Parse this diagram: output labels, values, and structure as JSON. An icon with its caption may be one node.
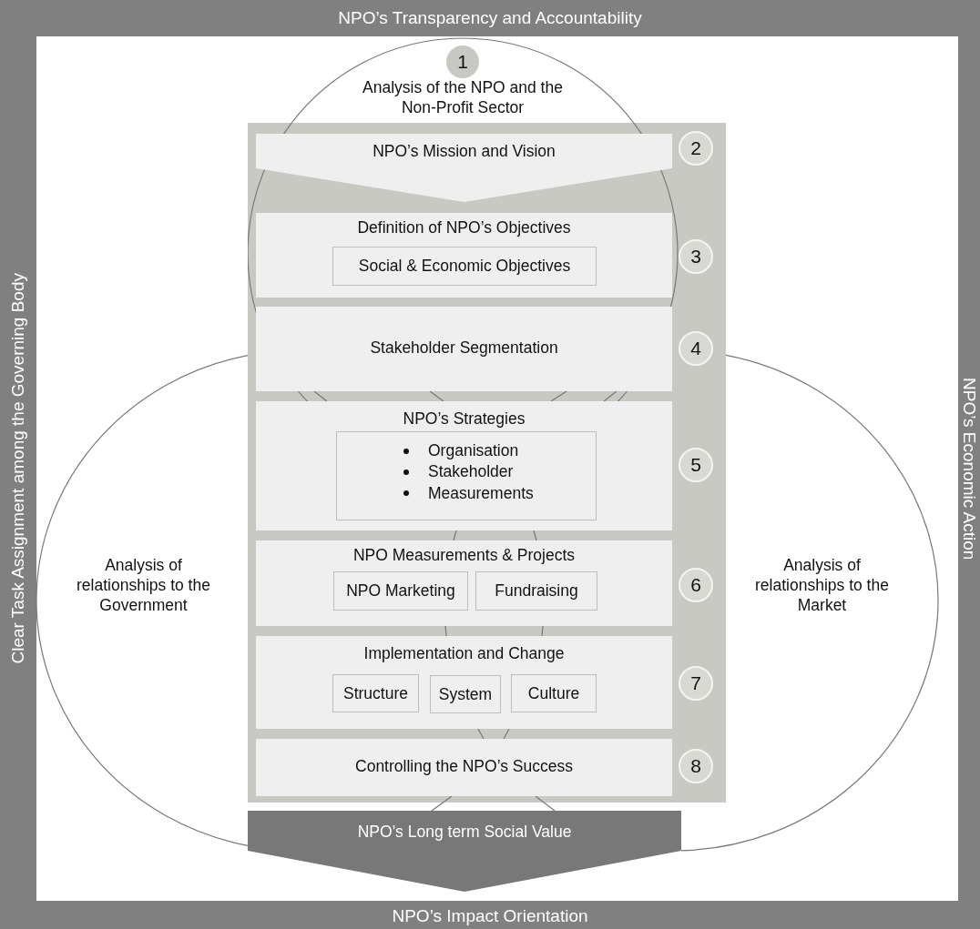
{
  "diagram": {
    "nodes": [
      {
        "text": [
          "NPO’s Transparency and Accountability"
        ]
      },
      {
        "text": [
          "Clear Task Assignment among the Governing Body"
        ]
      },
      {
        "text": [
          "NPO’s Economic Action"
        ]
      },
      {
        "text": [
          "NPO’s Impact Orientation"
        ]
      },
      {
        "text": [
          "1",
          "Analysis of the NPO and the Non-Profit Sector"
        ]
      },
      {
        "text": [
          "Analysis of relationships to the Government"
        ]
      },
      {
        "text": [
          "Analysis of relationships to the Market"
        ]
      },
      {
        "text": [],
        "shape": "box"
      },
      {
        "text": [
          "NPO’s Mission and Vision"
        ],
        "in": 7
      },
      {
        "text": [
          "Definition of NPO’s Objectives"
        ],
        "in": 7
      },
      {
        "text": [
          "Social & Economic Objectives"
        ],
        "in": 9
      },
      {
        "text": [
          "Stakeholder Segmentation"
        ],
        "in": 7
      },
      {
        "text": [
          "NPO’s Strategies"
        ],
        "in": 7
      },
      {
        "text": [
          "Organisation",
          "Stakeholder",
          "Measurements"
        ],
        "in": 12
      },
      {
        "text": [
          "NPO Measurements & Projects"
        ],
        "in": 7
      },
      {
        "text": [
          "NPO Marketing"
        ],
        "in": 14
      },
      {
        "text": [
          "Fundraising"
        ],
        "in": 14
      },
      {
        "text": [
          "Implementation and Change"
        ],
        "in": 7
      },
      {
        "text": [
          "Structure"
        ],
        "in": 17
      },
      {
        "text": [
          "System"
        ],
        "in": 17
      },
      {
        "text": [
          "Culture"
        ],
        "in": 17
      },
      {
        "text": [
          "Controlling the NPO’s Success"
        ],
        "in": 7
      },
      {
        "text": [
          "NPO’s Long term Social Value"
        ]
      },
      {
        "text": [
          "2"
        ],
        "in": 7
      },
      {
        "text": [
          "3"
        ],
        "in": 7
      },
      {
        "text": [
          "4"
        ],
        "in": 7
      },
      {
        "text": [
          "5"
        ]
      },
      {
        "text": [
          "6"
        ]
      },
      {
        "text": [
          "7"
        ]
      },
      {
        "text": [
          "8"
        ]
      }
    ]
  }
}
